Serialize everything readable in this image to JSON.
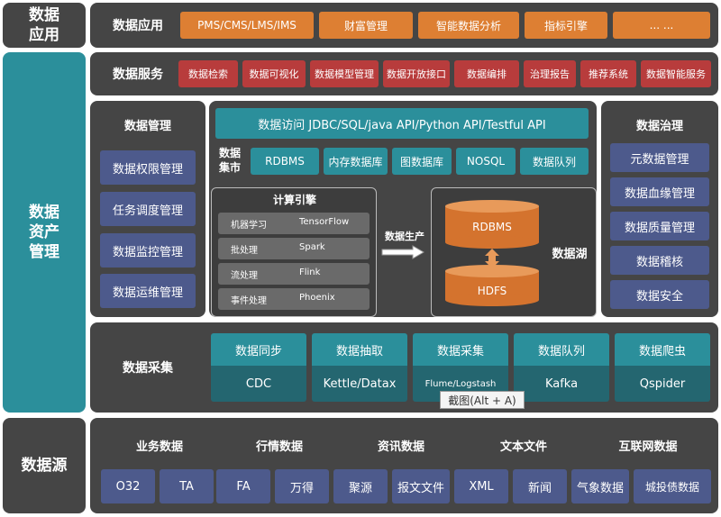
{
  "sidebar": {
    "app_label": "数据\n应用",
    "asset_label": "数据\n资产\n管理",
    "source_label": "数据源"
  },
  "app_row": {
    "title": "数据应用",
    "items": [
      "PMS/CMS/LMS/IMS",
      "财富管理",
      "智能数据分析",
      "指标引擎",
      "... ..."
    ]
  },
  "service_row": {
    "title": "数据服务",
    "items": [
      "数据检索",
      "数据可视化",
      "数据模型管理",
      "数据开放接口",
      "数据编排",
      "治理报告",
      "推荐系统",
      "数据智能服务"
    ]
  },
  "management": {
    "title": "数据管理",
    "items": [
      "数据权限管理",
      "任务调度管理",
      "数据监控管理",
      "数据运维管理"
    ]
  },
  "data_market": {
    "access_bar": "数据访问 JDBC/SQL/java API/Python API/Testful API",
    "label": "数据\n集市",
    "items": [
      "RDBMS",
      "内存数据库",
      "图数据库",
      "NOSQL",
      "数据队列"
    ]
  },
  "compute_engine": {
    "title": "计算引擎",
    "rows": [
      {
        "type": "机器学习",
        "tool": "TensorFlow"
      },
      {
        "type": "批处理",
        "tool": "Spark"
      },
      {
        "type": "流处理",
        "tool": "Flink"
      },
      {
        "type": "事件处理",
        "tool": "Phoenix"
      }
    ]
  },
  "production_label": "数据生产",
  "data_lake": {
    "label": "数据湖",
    "top": "RDBMS",
    "bottom": "HDFS"
  },
  "governance": {
    "title": "数据治理",
    "items": [
      "元数据管理",
      "数据血缘管理",
      "数据质量管理",
      "数据稽核",
      "数据安全"
    ]
  },
  "collection": {
    "title": "数据采集",
    "items": [
      {
        "top": "数据同步",
        "bottom": "CDC"
      },
      {
        "top": "数据抽取",
        "bottom": "Kettle/Datax"
      },
      {
        "top": "数据采集",
        "bottom": "Flume/Logstash"
      },
      {
        "top": "数据队列",
        "bottom": "Kafka"
      },
      {
        "top": "数据爬虫",
        "bottom": "Qspider"
      }
    ]
  },
  "tooltip": "截图(Alt + A)",
  "sources": {
    "groups": [
      {
        "title": "业务数据",
        "items": [
          "O32",
          "TA"
        ]
      },
      {
        "title": "行情数据",
        "items": [
          "FA",
          "万得"
        ]
      },
      {
        "title": "资讯数据",
        "items": [
          "聚源",
          "报文文件"
        ]
      },
      {
        "title": "文本文件",
        "items": [
          "XML",
          "新闻"
        ]
      },
      {
        "title": "互联网数据",
        "items": [
          "气象数据",
          "城投债数据"
        ]
      }
    ]
  },
  "colors": {
    "dark": "#454545",
    "teal": "#2b8f9b",
    "orange": "#dd7f33",
    "red": "#b83c3c",
    "blue": "#4d5a8c"
  }
}
